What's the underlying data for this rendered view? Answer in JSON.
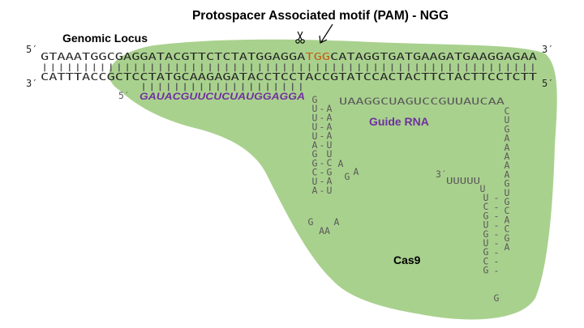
{
  "title": "Protospacer Associated motif (PAM) - NGG",
  "genomic_locus_label": "Genomic Locus",
  "guide_rna_label": "Guide RNA",
  "cas9_label": "Cas9",
  "scissors_icon": "scissors-icon",
  "arrow_icon": "down-arrow-icon",
  "prime5": "5′",
  "prime3": "3′",
  "top_strand": {
    "before_pam": "GTAAATGGCGAGGATACGTTCTCTATGGAGGA",
    "pam": "TGG",
    "after_pam": "CATAGGTGATGAAGATGAAGGAGAA"
  },
  "bottom_strand": "CATTTACCGCTCCTATGCAAGAGATACCTCCTACCGTATCCACTACTTCTACTTCCTCTT",
  "base_pair_ticks": "||||||||||||||||||||||||||||||||||||||||||||||||||||||||||||",
  "spacer_ticks": "||||||||||||||||||||",
  "spacer_rna": "GAUACGUUCUCUAUGGAGGA",
  "tracr_top": "UAAGGCUAGUCCGUUAUCAA",
  "stem1_left": [
    "G",
    "U",
    "U",
    "U",
    "U",
    "A",
    "G",
    "G",
    "C",
    "U",
    "A"
  ],
  "stem1_pairs": [
    "-",
    "-",
    "-",
    "-",
    "-",
    "",
    "-",
    "-",
    "-",
    "-",
    ""
  ],
  "stem1_right": [
    "A",
    "A",
    "A",
    "A",
    "U",
    "U",
    "C",
    "G",
    "A",
    "U",
    ""
  ],
  "stem1_loop_right": [
    "A",
    "A",
    "G"
  ],
  "stem1_loop_bottom": [
    "G",
    "A",
    "AA"
  ],
  "hairpin_left": [
    "U",
    "C",
    "G",
    "U",
    "G",
    "U",
    "G",
    "C",
    "G"
  ],
  "hairpin_pairs": [
    "",
    "-",
    "-",
    "-",
    "-",
    "-",
    "-",
    "-",
    "-",
    "-"
  ],
  "hairpin_right": [
    "C",
    "U",
    "G",
    "A",
    "A",
    "A",
    "A",
    "A",
    "G",
    "U",
    "G",
    "C",
    "A",
    "C",
    "G",
    "A"
  ],
  "tail_3prime": "UUUUU",
  "colors": {
    "protein_fill": "#a9d18e",
    "pam": "#c55a11",
    "spacer": "#7030a0",
    "rna": "#595959",
    "dna": "#262626"
  }
}
